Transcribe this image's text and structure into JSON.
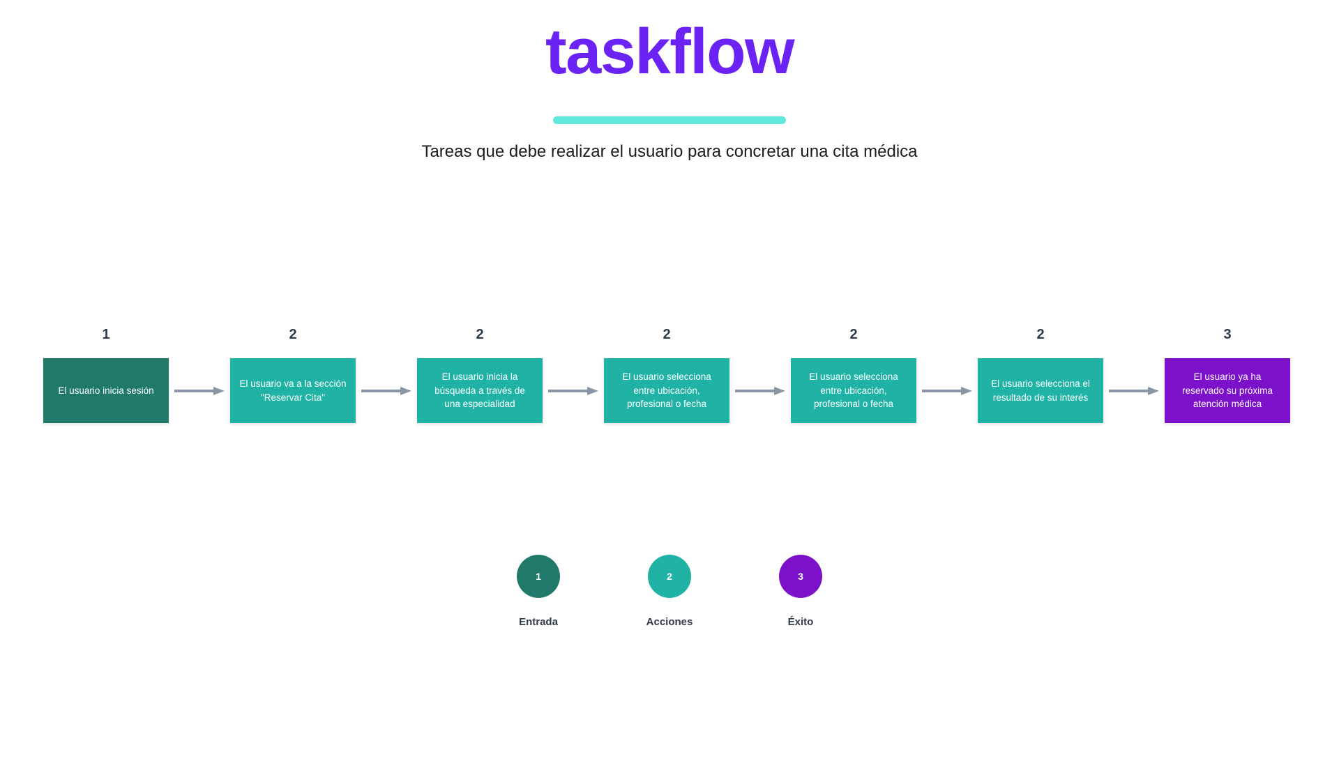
{
  "header": {
    "brand_title": "taskflow",
    "accent_color": "#5FE8DA",
    "title_color": "#6B22F5",
    "subtitle": "Tareas que debe realizar el usuario para concretar una cita médica"
  },
  "palette": {
    "entry": "#21796A",
    "action": "#20B3A5",
    "success": "#7B11C9",
    "arrow": "#8A95A5",
    "text_dark": "#2f3b4a"
  },
  "flow": {
    "steps": [
      {
        "number": "1",
        "label": "El usuario inicia sesión",
        "kind": "entry"
      },
      {
        "number": "2",
        "label": "El usuario va a la sección \"Reservar Cita\"",
        "kind": "action"
      },
      {
        "number": "2",
        "label": "El usuario inicia la búsqueda a través de una especialidad",
        "kind": "action"
      },
      {
        "number": "2",
        "label": "El usuario selecciona entre ubicación, profesional o fecha",
        "kind": "action"
      },
      {
        "number": "2",
        "label": "El usuario selecciona entre ubicación, profesional o fecha",
        "kind": "action"
      },
      {
        "number": "2",
        "label": "El usuario selecciona el resultado de su interés",
        "kind": "action"
      },
      {
        "number": "3",
        "label": "El usuario ya ha reservado su próxima atención médica",
        "kind": "success"
      }
    ]
  },
  "legend": {
    "items": [
      {
        "number": "1",
        "label": "Entrada",
        "kind": "entry"
      },
      {
        "number": "2",
        "label": "Acciones",
        "kind": "action"
      },
      {
        "number": "3",
        "label": "Éxito",
        "kind": "success"
      }
    ]
  }
}
